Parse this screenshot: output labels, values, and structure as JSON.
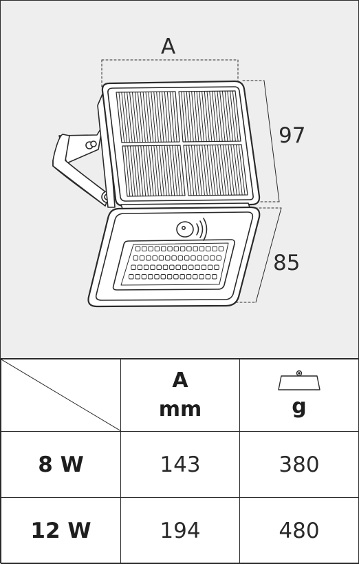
{
  "figure": {
    "dim_a_label": "A",
    "dim_panel_height": "97",
    "dim_lamp_height": "85",
    "device_name": "solar-floodlight-with-sensor",
    "background_color": "#eeeeee",
    "line_color": "#2a2a2a"
  },
  "table": {
    "header": {
      "col_a_title": "A",
      "col_a_unit": "mm",
      "col_weight_icon": "weight-hanger-icon",
      "col_weight_unit": "g"
    },
    "rows": [
      {
        "label": "8 W",
        "a_mm": "143",
        "weight_g": "380"
      },
      {
        "label": "12 W",
        "a_mm": "194",
        "weight_g": "480"
      }
    ]
  }
}
